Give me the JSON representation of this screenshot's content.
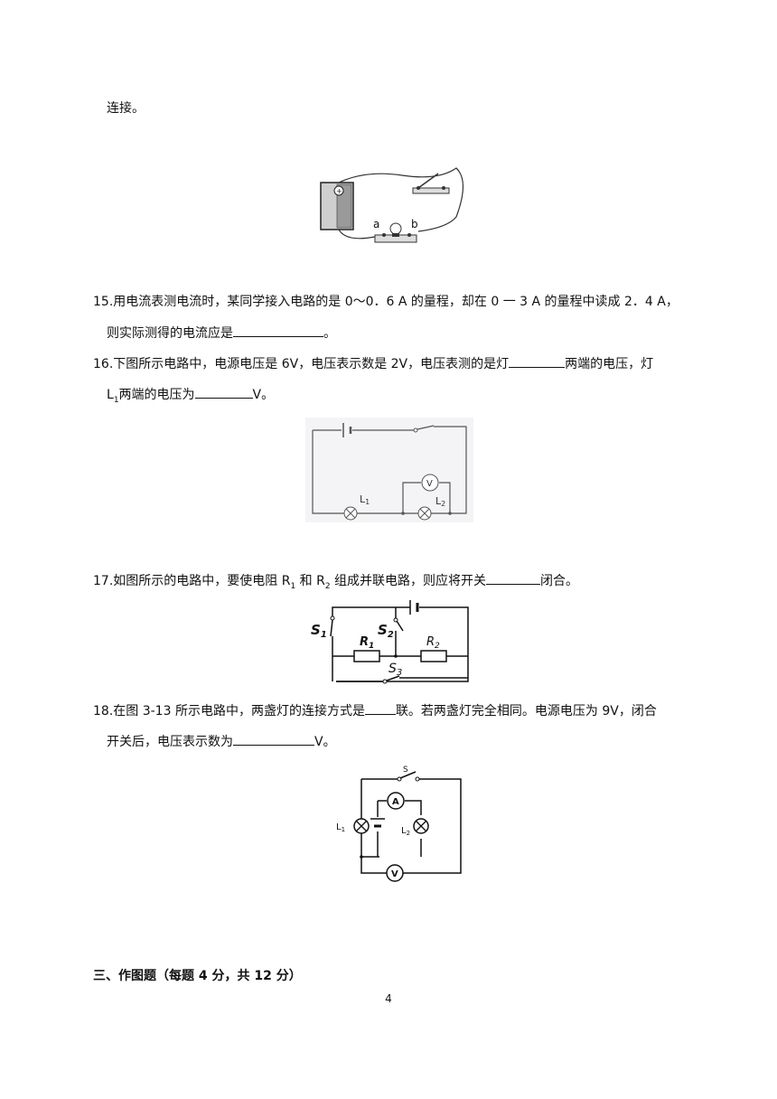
{
  "top_text": "连接。",
  "fig_a_label": "a",
  "fig_b_label": "b",
  "q15": {
    "line1": "15.用电流表测电流时，某同学接入电路的是 0～0．6 A 的量程，却在 0 一 3 A 的量程中读成 2．4 A，",
    "line2_before": "则实际测得的电流应是",
    "line2_after": "。"
  },
  "q16": {
    "line1_before": "16.下图所示电路中，电源电压是 6V，电压表示数是 2V，电压表测的是灯",
    "line1_after": "两端的电压，灯",
    "line2_l": "L",
    "line2_sub": "1",
    "line2_mid": "两端的电压为",
    "line2_after": "V。",
    "fig_l1": "L",
    "fig_l1_sub": "1",
    "fig_l2": "L",
    "fig_l2_sub": "2",
    "fig_v": "V"
  },
  "q17": {
    "text_before": "17.如图所示的电路中，要使电阻 R",
    "r1_sub": "1",
    "text_mid": " 和 R",
    "r2_sub": "2",
    "text_mid2": " 组成并联电路，则应将开关",
    "text_after": "闭合。",
    "fig_s1": "S",
    "fig_s1_sub": "1",
    "fig_s2": "S",
    "fig_s2_sub": "2",
    "fig_s3": "S",
    "fig_s3_sub": "3",
    "fig_r1": "R",
    "fig_r1_sub": "1",
    "fig_r2": "R",
    "fig_r2_sub": "2"
  },
  "q18": {
    "line1_before": "18.在图 3-13 所示电路中，两盏灯的连接方式是",
    "line1_after": "联。若两盏灯完全相同。电源电压为 9V，闭合",
    "line2_before": "开关后，电压表示数为",
    "line2_after": "V。",
    "fig_s": "S",
    "fig_a": "A",
    "fig_v": "V",
    "fig_l1": "L",
    "fig_l1_sub": "1",
    "fig_l2": "L",
    "fig_l2_sub": "2"
  },
  "section3": "三、作图题（每题 4 分，共 12 分）",
  "page_number": "4"
}
